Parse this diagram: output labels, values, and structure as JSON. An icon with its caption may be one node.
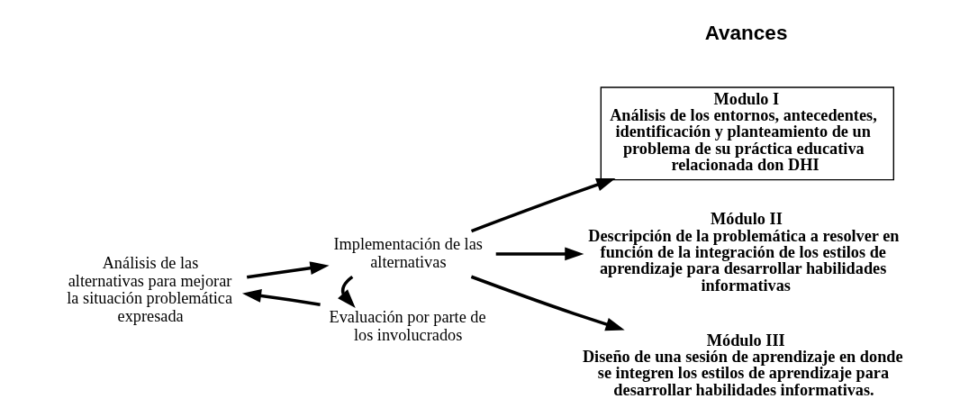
{
  "diagram": {
    "nodes": [
      {
        "text": [
          "Implementación de las alternativas"
        ]
      },
      {
        "text": [
          "Análisis de las alternativas para mejorar la situación problemática expresada"
        ]
      },
      {
        "text": [
          "Evaluación por parte de los involucrados"
        ]
      },
      {
        "text": [
          "Modulo I",
          "Análisis de los entornos, antecedentes, identificación y planteamiento de un problema de su práctica educativa relacionada don DHI"
        ]
      },
      {
        "text": [
          "Módulo II",
          "Descripción de la problemática a resolver en función de la integración de los estilos de aprendizaje para desarrollar habilidades informativas"
        ]
      },
      {
        "text": [
          "Módulo III",
          "Diseño de una sesión de aprendizaje en donde se integren los estilos de aprendizaje para desarrollar habilidades informativas."
        ]
      }
    ],
    "edges": [
      {
        "from": 1,
        "to": 0,
        "arrow": "to"
      },
      {
        "from": 0,
        "to": 2,
        "arrow": "to"
      },
      {
        "from": 2,
        "to": 1,
        "arrow": "to"
      },
      {
        "from": 0,
        "to": 3,
        "arrow": "to"
      },
      {
        "from": 0,
        "to": 4,
        "arrow": "to"
      },
      {
        "from": 0,
        "to": 5,
        "arrow": "to"
      }
    ],
    "labels": [
      "Avances"
    ]
  }
}
